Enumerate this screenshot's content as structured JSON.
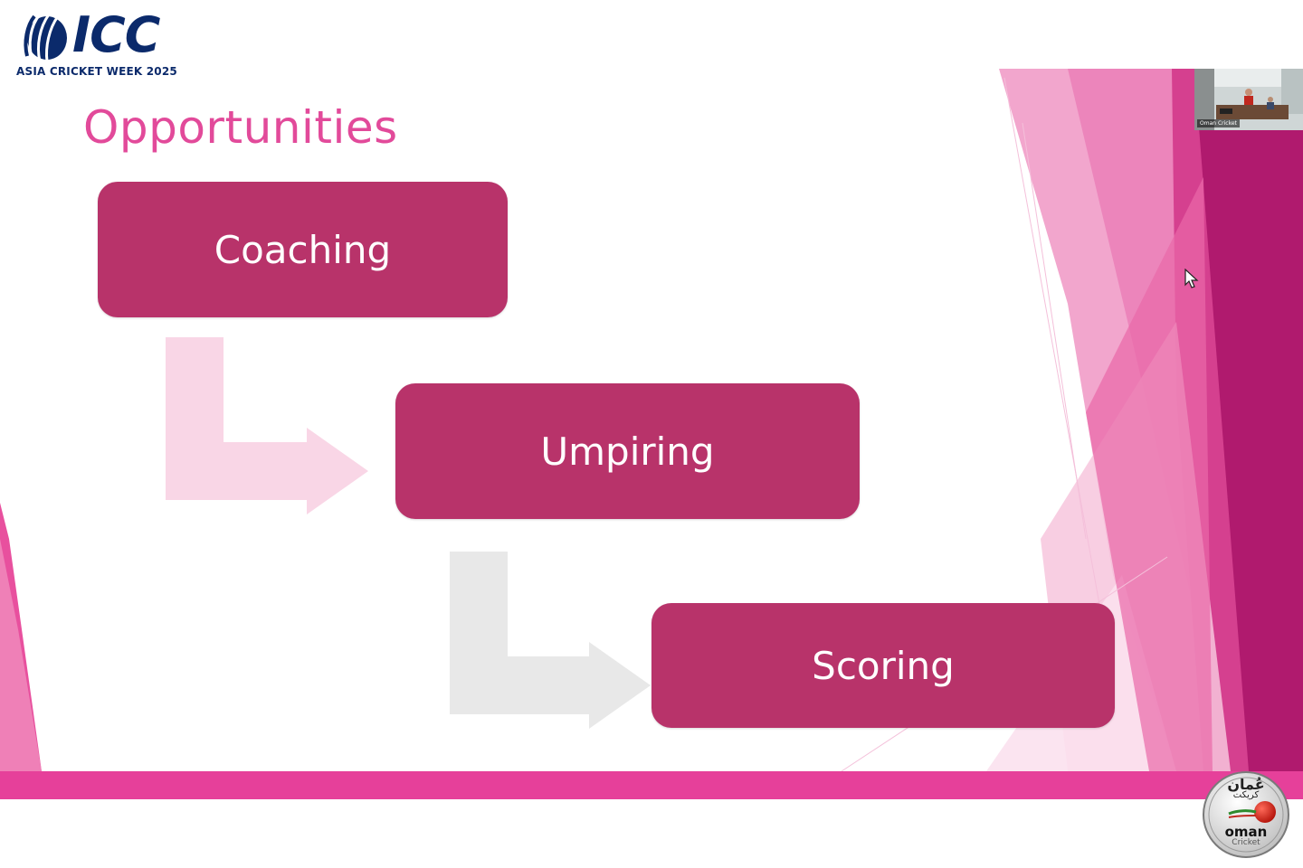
{
  "header": {
    "logo_text": "ICC",
    "event_name": "ASIA CRICKET WEEK 2025"
  },
  "slide": {
    "title": "Opportunities",
    "boxes": [
      {
        "label": "Coaching"
      },
      {
        "label": "Umpiring"
      },
      {
        "label": "Scoring"
      }
    ]
  },
  "video_tile": {
    "participant_label": "Oman Cricket"
  },
  "footer_logo": {
    "arabic_line1": "عُمان",
    "arabic_line2": "كريكت",
    "word": "oman",
    "sub": "Cricket"
  },
  "colors": {
    "title_pink": "#e24a9a",
    "box_fill": "#b8336a",
    "box_border": "#a82a5e",
    "arrow_light_pink": "#f9d6e6",
    "arrow_light_gray": "#e8e8e8",
    "accent_magenta": "#b01a6e",
    "bar_pink": "#e6409a",
    "icc_navy": "#0b2a6b"
  }
}
